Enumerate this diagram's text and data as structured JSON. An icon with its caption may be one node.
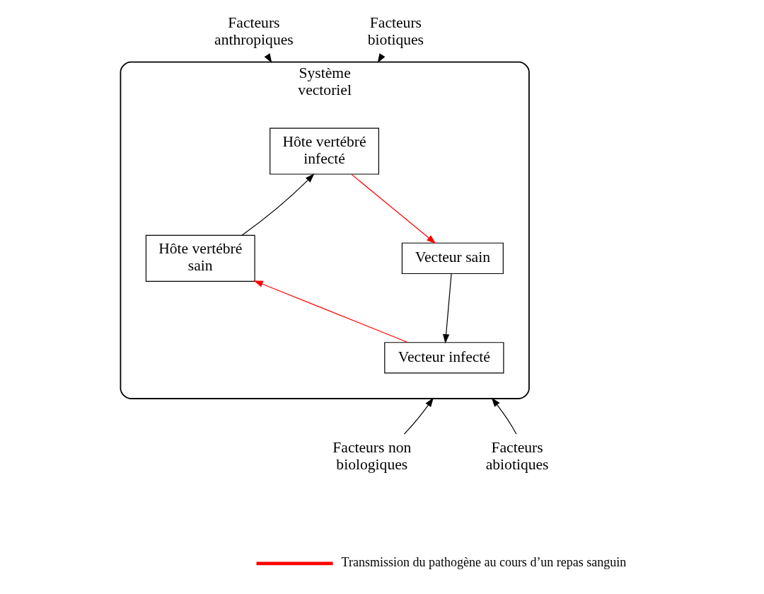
{
  "diagram": {
    "nodes": [
      {
        "text": [
          "Système vectoriel"
        ]
      },
      {
        "text": [
          "Hôte vertébré infecté"
        ],
        "in": 0
      },
      {
        "text": [
          "Vecteur sain"
        ],
        "in": 0
      },
      {
        "text": [
          "Vecteur infecté"
        ],
        "in": 0
      },
      {
        "text": [
          "Hôte vertébré sain"
        ],
        "in": 0
      },
      {
        "text": [
          "Facteurs anthropiques"
        ]
      },
      {
        "text": [
          "Facteurs biotiques"
        ]
      },
      {
        "text": [
          "Facteurs non biologiques"
        ]
      },
      {
        "text": [
          "Facteurs abiotiques"
        ]
      }
    ],
    "edges": [
      {
        "from": 1,
        "to": 2,
        "arrow": "to",
        "color": "#ff0000"
      },
      {
        "from": 2,
        "to": 3,
        "arrow": "to"
      },
      {
        "from": 3,
        "to": 4,
        "arrow": "to",
        "color": "#ff0000"
      },
      {
        "from": 4,
        "to": 1,
        "arrow": "to"
      },
      {
        "from": 5,
        "to": 0,
        "arrow": "to"
      },
      {
        "from": 6,
        "to": 0,
        "arrow": "to"
      },
      {
        "from": 7,
        "to": 0,
        "arrow": "to"
      },
      {
        "from": 8,
        "to": 0,
        "arrow": "to"
      }
    ],
    "legend": [
      {
        "text": "Transmission du pathogène au cours d’un repas sanguin",
        "color": "#ff0000"
      }
    ]
  }
}
